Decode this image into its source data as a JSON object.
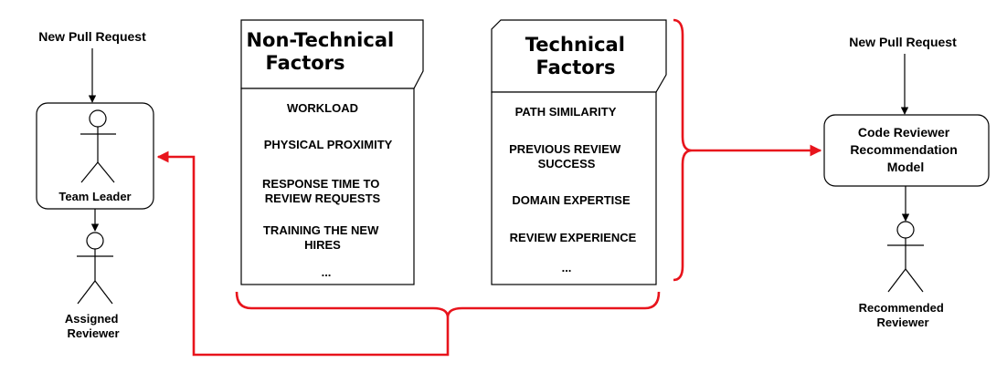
{
  "left": {
    "input_label": "New Pull Request",
    "leader_label": "Team Leader",
    "assigned_label_lines": [
      "Assigned",
      "Reviewer"
    ]
  },
  "non_technical": {
    "title_lines": [
      "Non-Technical",
      "Factors"
    ],
    "items": [
      [
        "WORKLOAD"
      ],
      [
        "PHYSICAL PROXIMITY"
      ],
      [
        "RESPONSE TIME TO",
        "REVIEW REQUESTS"
      ],
      [
        "TRAINING THE NEW",
        "HIRES"
      ],
      [
        "..."
      ]
    ]
  },
  "technical": {
    "title_lines": [
      "Technical",
      "Factors"
    ],
    "items": [
      [
        "PATH SIMILARITY"
      ],
      [
        "PREVIOUS REVIEW",
        "SUCCESS"
      ],
      [
        "DOMAIN EXPERTISE"
      ],
      [
        "REVIEW EXPERIENCE"
      ],
      [
        "..."
      ]
    ]
  },
  "right": {
    "input_label": "New Pull Request",
    "model_label_lines": [
      "Code Reviewer",
      "Recommendation",
      "Model"
    ],
    "recommended_label_lines": [
      "Recommended",
      "Reviewer"
    ]
  },
  "colors": {
    "line": "#000000",
    "bracket": "#e8141c",
    "box_fill": "#ffffff"
  }
}
